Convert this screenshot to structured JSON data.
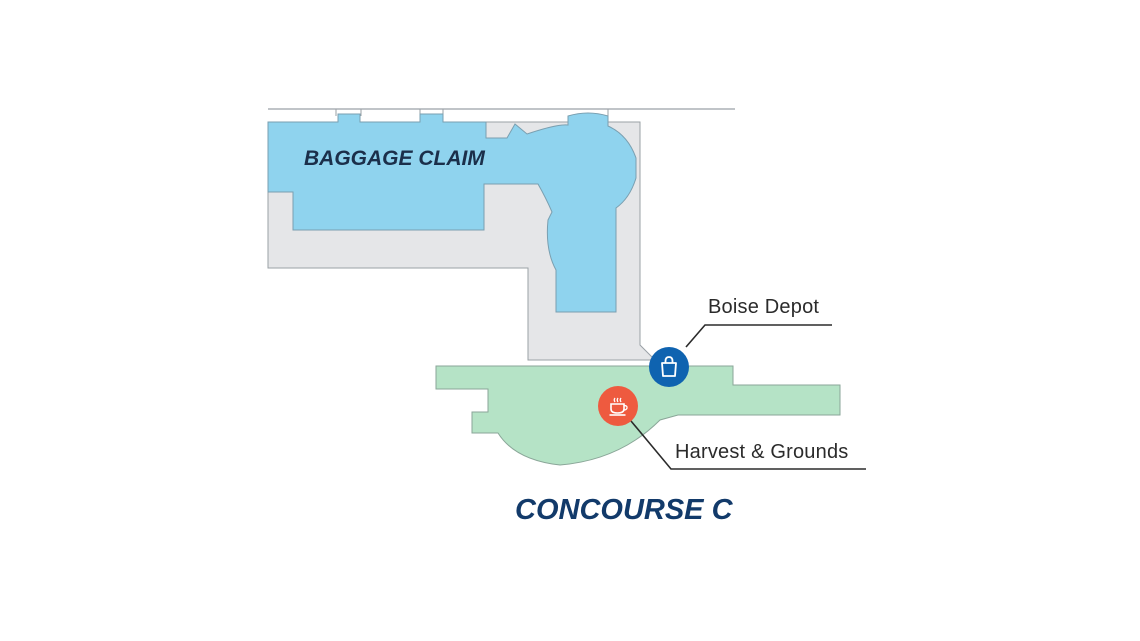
{
  "map": {
    "areas": [
      {
        "id": "baggage-claim",
        "label": "BAGGAGE CLAIM"
      },
      {
        "id": "concourse-c",
        "label": "CONCOURSE C"
      }
    ],
    "pois": [
      {
        "id": "boise-depot",
        "label": "Boise Depot",
        "icon": "shopping-bag-icon",
        "color": "#0f63b0"
      },
      {
        "id": "harvest-grounds",
        "label": "Harvest & Grounds",
        "icon": "coffee-cup-icon",
        "color": "#ee5a3f"
      }
    ]
  },
  "colors": {
    "baggage_area": "#8fd3ee",
    "concourse_area": "#b5e3c6",
    "corridor": "#e5e6e8",
    "outline": "#9aa1a6",
    "label_dark": "#1b2f4a",
    "concourse_label": "#123a6a"
  }
}
